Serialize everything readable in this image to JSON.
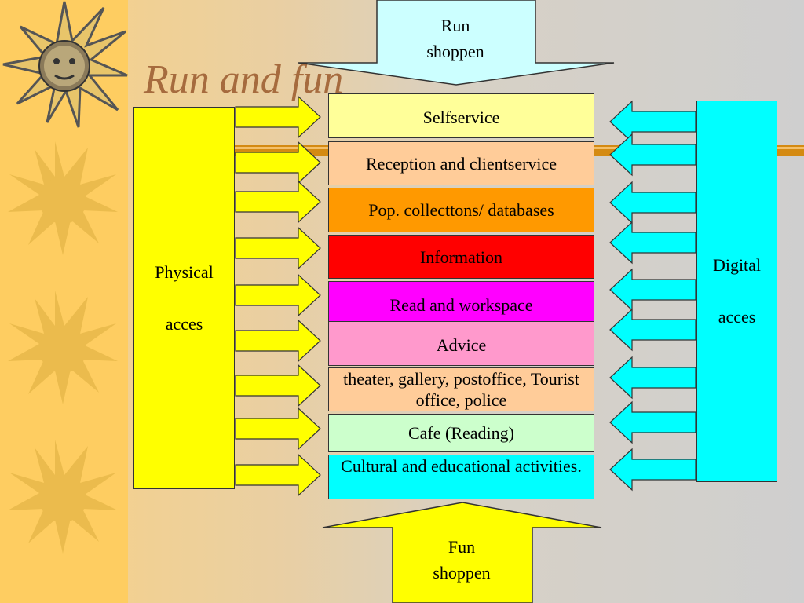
{
  "title": "Run and fun",
  "top_arrow": {
    "line1": "Run",
    "line2": "shoppen",
    "color": "#ccffff"
  },
  "bottom_arrow": {
    "line1": "Fun",
    "line2": "shoppen",
    "color": "#ffff00"
  },
  "physical": {
    "line1": "Physical",
    "line2": "acces",
    "color": "#ffff00"
  },
  "digital": {
    "line1": "Digital",
    "line2": "acces",
    "color": "#00ffff"
  },
  "services": [
    {
      "label": "Selfservice",
      "color": "#ffff99"
    },
    {
      "label": "Reception and clientservice",
      "color": "#ffcc99"
    },
    {
      "label": "Pop. collecttons/ databases",
      "color": "#ff9900"
    },
    {
      "label": "Information",
      "color": "#ff0000"
    },
    {
      "label": "Read and workspace",
      "color": "#ff00ff"
    },
    {
      "label": "Advice",
      "color": "#ff99cc"
    },
    {
      "label": "theater, gallery, postoffice, Tourist office, police",
      "color": "#ffcc99"
    },
    {
      "label": "Cafe (Reading)",
      "color": "#ccffcc"
    },
    {
      "label": "Cultural and educational activities.",
      "color": "#00ffff"
    }
  ]
}
